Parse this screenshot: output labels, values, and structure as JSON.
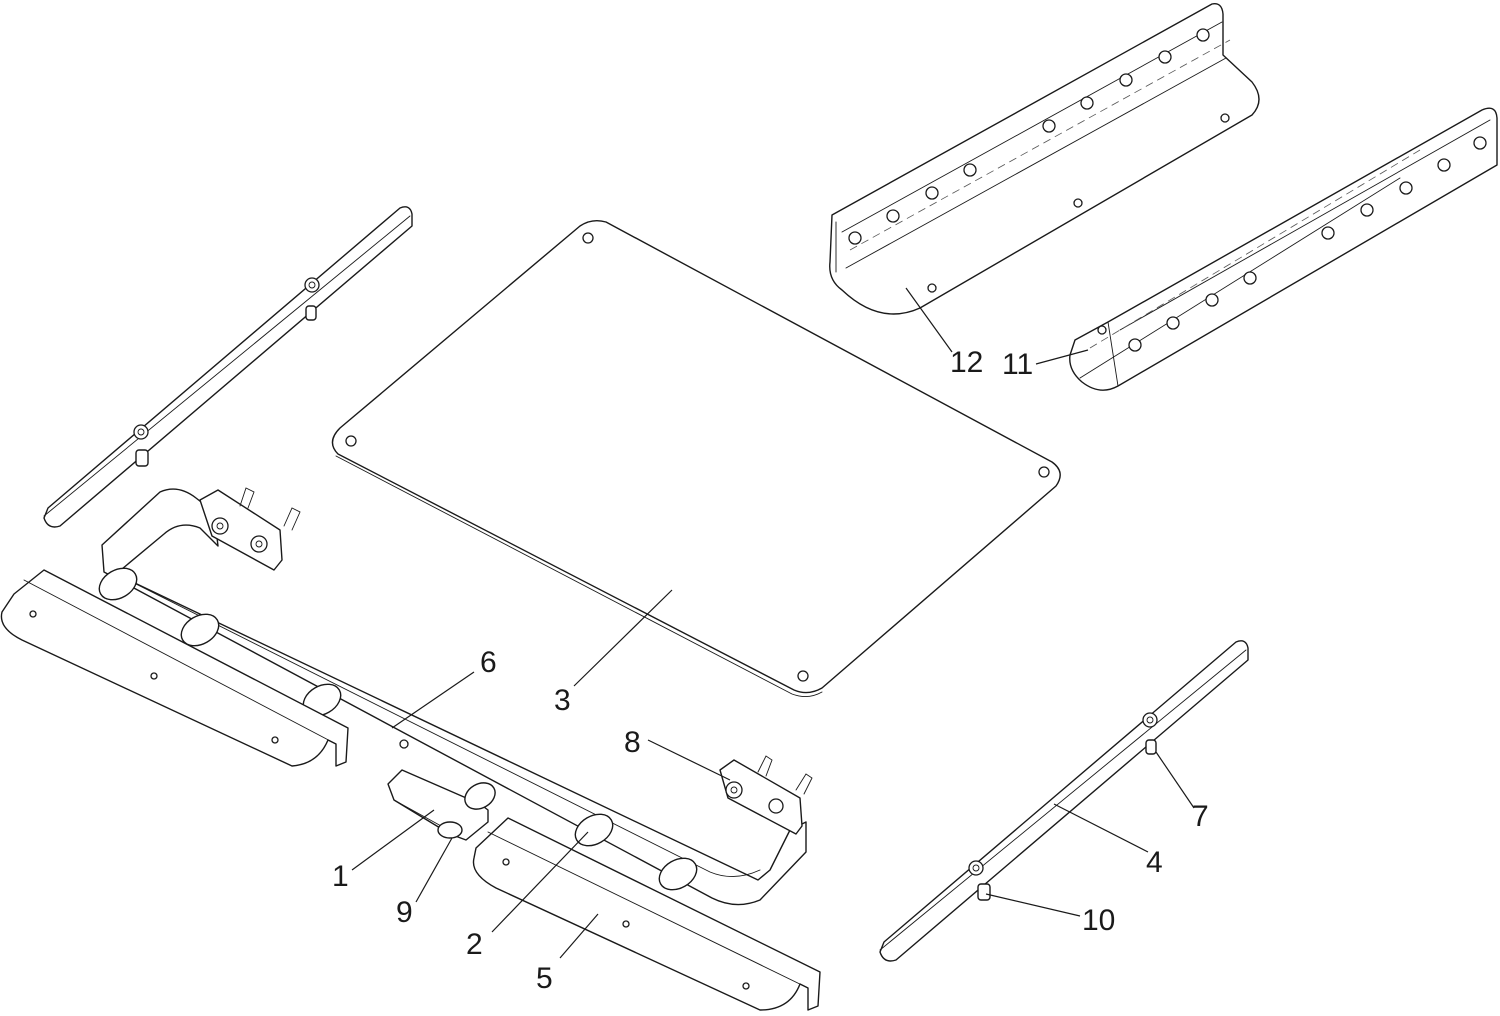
{
  "diagram": {
    "callouts": [
      {
        "id": "1",
        "label": "1"
      },
      {
        "id": "2",
        "label": "2"
      },
      {
        "id": "3",
        "label": "3"
      },
      {
        "id": "4",
        "label": "4"
      },
      {
        "id": "5",
        "label": "5"
      },
      {
        "id": "6",
        "label": "6"
      },
      {
        "id": "7",
        "label": "7"
      },
      {
        "id": "8",
        "label": "8"
      },
      {
        "id": "9",
        "label": "9"
      },
      {
        "id": "10",
        "label": "10"
      },
      {
        "id": "11",
        "label": "11"
      },
      {
        "id": "12",
        "label": "12"
      }
    ],
    "colors": {
      "line": "#1a1a1a",
      "background": "#ffffff"
    }
  }
}
